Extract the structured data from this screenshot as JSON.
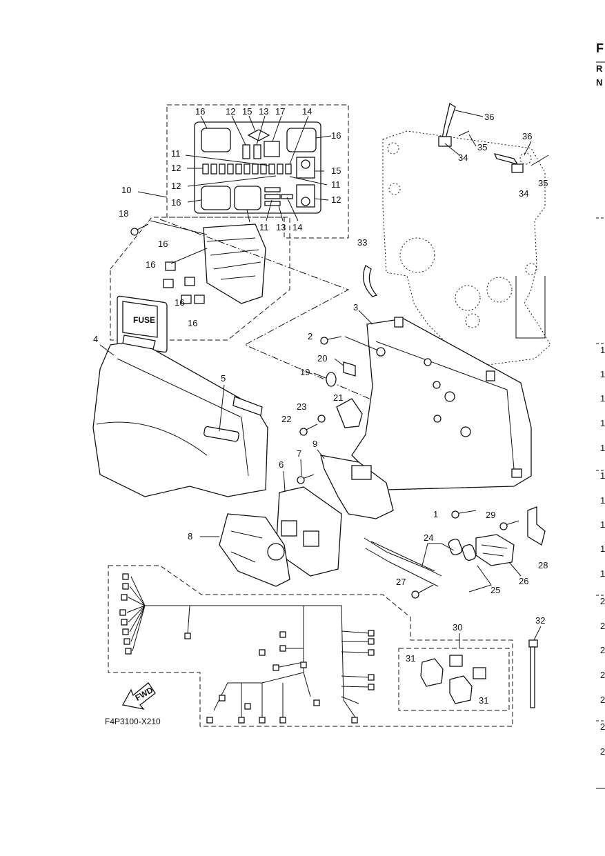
{
  "diagram_code": "F4P3100-X210",
  "fwd_label": "FWD",
  "edge_header": [
    "F",
    "R",
    "N"
  ],
  "edge_numbers": [
    "1",
    "1",
    "1",
    "1",
    "1",
    "1",
    "1",
    "1",
    "1",
    "1",
    "2",
    "2",
    "2",
    "2",
    "2",
    "2",
    "2"
  ],
  "callouts": {
    "n1": "1",
    "n2": "2",
    "n3": "3",
    "n4": "4",
    "n5": "5",
    "n6": "6",
    "n7": "7",
    "n8": "8",
    "n9": "9",
    "n10": "10",
    "n11": "11",
    "n12": "12",
    "n13": "13",
    "n14": "14",
    "n15": "15",
    "n16": "16",
    "n17": "17",
    "n18": "18",
    "n19": "19",
    "n20": "20",
    "n21": "21",
    "n22": "22",
    "n23": "23",
    "n24": "24",
    "n25": "25",
    "n26": "26",
    "n27": "27",
    "n28": "28",
    "n29": "29",
    "n30": "30",
    "n31": "31",
    "n32": "32",
    "n33": "33",
    "n34": "34",
    "n35": "35",
    "n36": "36"
  },
  "fuse_label": "FUSE"
}
